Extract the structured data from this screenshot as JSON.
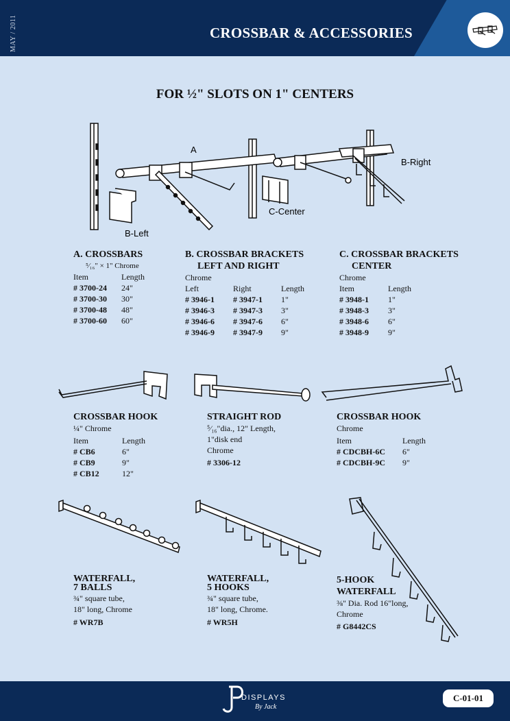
{
  "header": {
    "date": "MAY / 2011",
    "title": "CROSSBAR & ACCESSORIES",
    "icon": "crossbar-icon"
  },
  "subtitle": "FOR ½\" SLOTS ON 1\" CENTERS",
  "diagram_labels": {
    "a": "A",
    "b_left": "B-Left",
    "b_right": "B-Right",
    "c_center": "C-Center"
  },
  "crossbars": {
    "title": "A. CROSSBARS",
    "desc": "⁵⁄₁₆\" × 1\" Chrome",
    "headers": [
      "Item",
      "Length"
    ],
    "rows": [
      [
        "# 3700-24",
        "24\""
      ],
      [
        "# 3700-30",
        "30\""
      ],
      [
        "# 3700-48",
        "48\""
      ],
      [
        "# 3700-60",
        "60\""
      ]
    ]
  },
  "brackets_lr": {
    "title_line1": "B. CROSSBAR BRACKETS",
    "title_line2": "LEFT AND RIGHT",
    "desc": "Chrome",
    "headers": [
      "Left",
      "Right",
      "Length"
    ],
    "rows": [
      [
        "# 3946-1",
        "# 3947-1",
        "1\""
      ],
      [
        "# 3946-3",
        "# 3947-3",
        "3\""
      ],
      [
        "# 3946-6",
        "# 3947-6",
        "6\""
      ],
      [
        "# 3946-9",
        "# 3947-9",
        "9\""
      ]
    ]
  },
  "brackets_center": {
    "title_line1": "C. CROSSBAR BRACKETS",
    "title_line2": "CENTER",
    "desc": "Chrome",
    "headers": [
      "Item",
      "Length"
    ],
    "rows": [
      [
        "# 3948-1",
        "1\""
      ],
      [
        "# 3948-3",
        "3\""
      ],
      [
        "# 3948-6",
        "6\""
      ],
      [
        "# 3948-9",
        "9\""
      ]
    ]
  },
  "hook1": {
    "title": "CROSSBAR HOOK",
    "desc": "¼\" Chrome",
    "headers": [
      "Item",
      "Length"
    ],
    "rows": [
      [
        "# CB6",
        "6\""
      ],
      [
        "# CB9",
        "9\""
      ],
      [
        "# CB12",
        "12\""
      ]
    ]
  },
  "straight_rod": {
    "title": "STRAIGHT ROD",
    "desc1": "⁵⁄₁₆\"dia., 12\" Length,",
    "desc2": "1\"disk end",
    "desc3": "Chrome",
    "item": "# 3306-12"
  },
  "hook2": {
    "title": "CROSSBAR HOOK",
    "desc": "Chrome",
    "headers": [
      "Item",
      "Length"
    ],
    "rows": [
      [
        "# CDCBH-6C",
        "6\""
      ],
      [
        "# CDCBH-9C",
        "9\""
      ]
    ]
  },
  "waterfall7": {
    "title1": "WATERFALL,",
    "title2": "7 BALLS",
    "desc1": "¾\" square tube,",
    "desc2": "18\" long, Chrome",
    "item": "# WR7B"
  },
  "waterfall5": {
    "title1": "WATERFALL,",
    "title2": "5 HOOKS",
    "desc1": "¾\" square tube,",
    "desc2": "18\" long, Chrome.",
    "item": "# WR5H"
  },
  "hook5": {
    "title1": "5-HOOK",
    "title2": "WATERFALL",
    "desc1": "⅜\" Dia. Rod 16\"long,",
    "desc2": "Chrome",
    "item": "# G8442CS"
  },
  "footer": {
    "logo_text": "DISPLAYS",
    "logo_sub": "By Jack",
    "page_code": "C-01-01"
  }
}
